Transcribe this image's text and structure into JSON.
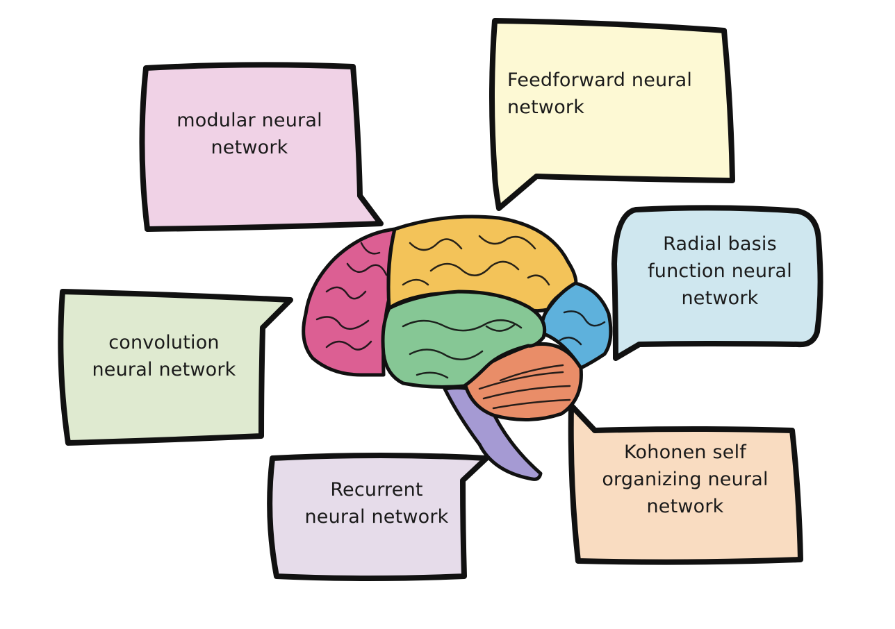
{
  "bubbles": [
    {
      "id": "modular",
      "lines": [
        "modular neural",
        "network"
      ],
      "fill": "#f0d2e6"
    },
    {
      "id": "feedforward",
      "lines": [
        "Feedforward neural",
        "network"
      ],
      "fill": "#fdf9d4"
    },
    {
      "id": "radial",
      "lines": [
        "Radial basis",
        "function neural",
        "network"
      ],
      "fill": "#cfe7ef"
    },
    {
      "id": "convolution",
      "lines": [
        "convolution",
        "neural network"
      ],
      "fill": "#dfead0"
    },
    {
      "id": "recurrent",
      "lines": [
        "Recurrent",
        "neural network"
      ],
      "fill": "#e6dcea"
    },
    {
      "id": "kohonen",
      "lines": [
        "Kohonen self",
        "organizing neural",
        "network"
      ],
      "fill": "#f9dcc1"
    }
  ],
  "brain": {
    "lobe_colors": {
      "frontal": "#dc5f93",
      "parietal": "#f3c359",
      "temporal": "#86c795",
      "occipital": "#5eb1dc",
      "cerebellum": "#e98d68",
      "brainstem": "#a59ad3"
    }
  }
}
